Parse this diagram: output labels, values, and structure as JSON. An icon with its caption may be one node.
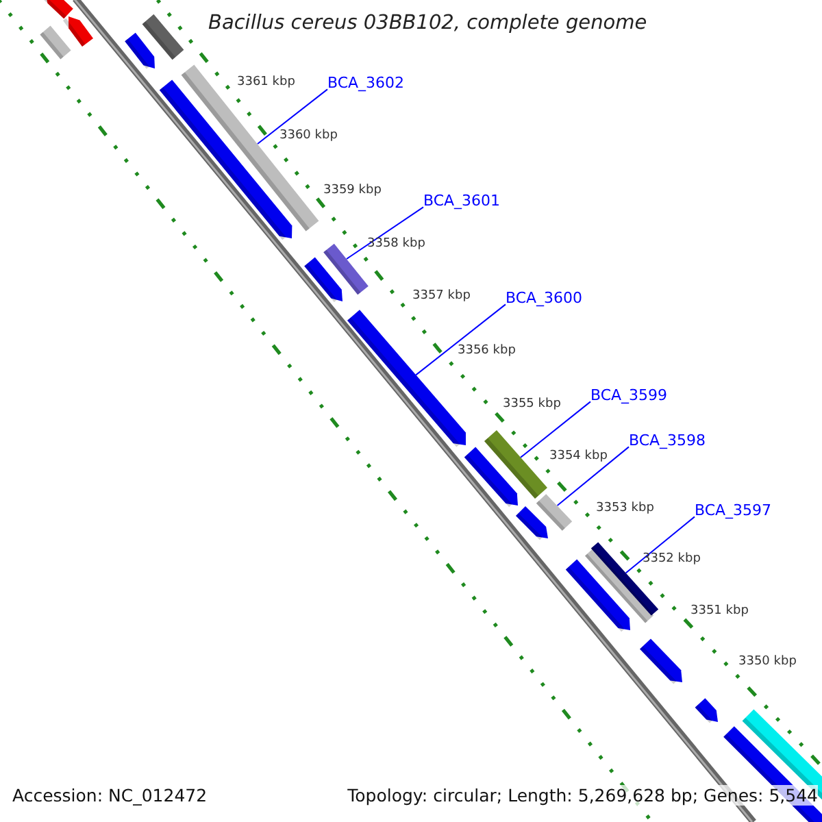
{
  "diagram": {
    "title": "Bacillus cereus 03BB102, complete genome",
    "nodes": [
      {
        "text": [
          "BCA_3602"
        ]
      },
      {
        "text": [],
        "shape": "bar"
      },
      {
        "text": [
          "BCA_3601"
        ]
      },
      {
        "text": [],
        "shape": "bar"
      },
      {
        "text": [
          "BCA_3600"
        ]
      },
      {
        "text": [],
        "shape": "bar"
      },
      {
        "text": [
          "BCA_3599"
        ]
      },
      {
        "text": [],
        "shape": "bar"
      },
      {
        "text": [
          "BCA_3598"
        ]
      },
      {
        "text": [],
        "shape": "bar"
      },
      {
        "text": [
          "BCA_3597"
        ]
      },
      {
        "text": [],
        "shape": "bar"
      }
    ],
    "edges": [
      {
        "from": 0,
        "to": 1,
        "arrow": "none"
      },
      {
        "from": 2,
        "to": 3,
        "arrow": "none"
      },
      {
        "from": 4,
        "to": 5,
        "arrow": "none"
      },
      {
        "from": 6,
        "to": 7,
        "arrow": "none"
      },
      {
        "from": 8,
        "to": 9,
        "arrow": "none"
      },
      {
        "from": 10,
        "to": 11,
        "arrow": "none"
      }
    ],
    "labels": [
      "3361 kbp",
      "3360 kbp",
      "3359 kbp",
      "3358 kbp",
      "3357 kbp",
      "3356 kbp",
      "3355 kbp",
      "3354 kbp",
      "3353 kbp",
      "3352 kbp",
      "3351 kbp",
      "3350 kbp",
      "Accession: NC_012472",
      "Topology: circular; Length: 5,269,628 bp; Genes: 5,544"
    ]
  }
}
